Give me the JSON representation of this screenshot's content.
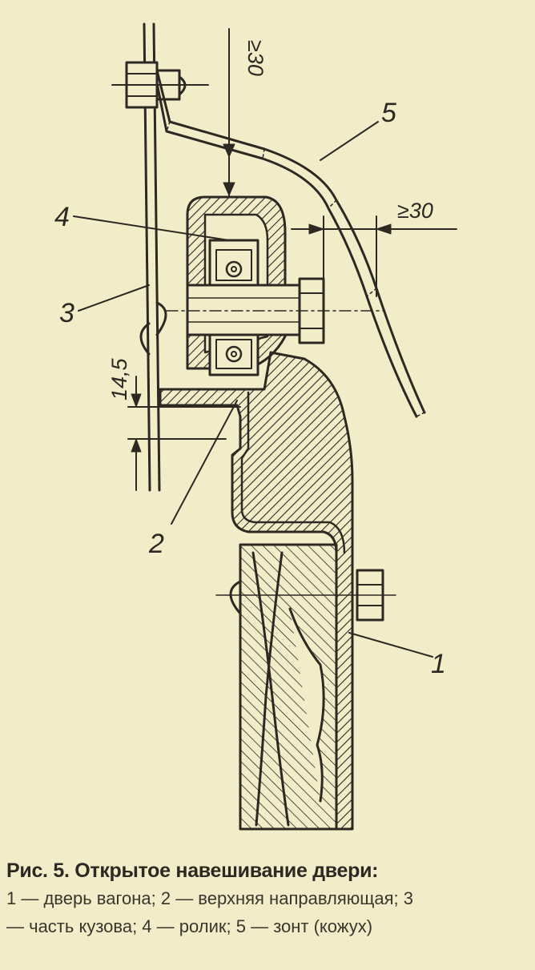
{
  "figure": {
    "labels": {
      "part1": "1",
      "part2": "2",
      "part3": "3",
      "part4": "4",
      "part5": "5"
    },
    "dimensions": {
      "clearance_top": "≥30",
      "clearance_side": "≥30",
      "offset": "14,5"
    },
    "colors": {
      "background": "#f3ecc9",
      "ink": "#2c2822"
    }
  },
  "caption": {
    "title": "Рис. 5. Открытое навешивание двери:",
    "legend_line1": "1 — дверь вагона; 2 — верхняя направляющая; 3",
    "legend_line2": "— часть кузова; 4 — ролик; 5 — зонт (кожух)"
  }
}
